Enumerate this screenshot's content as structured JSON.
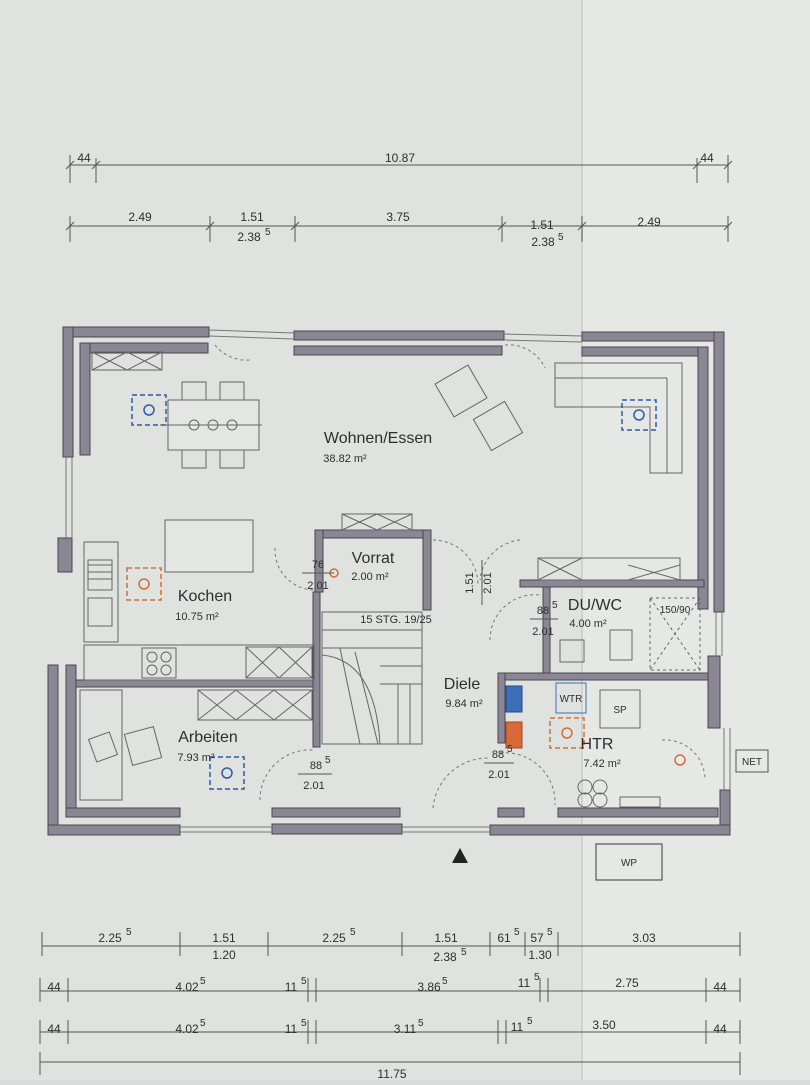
{
  "dimensions": {
    "top_total": "10.87",
    "top_left_edge": "44",
    "top_right_edge": "44",
    "top_row2": {
      "seg1": "2.49",
      "seg2_top": "1.51",
      "seg2_bottom": "2.38",
      "seg2_bottom_sup": "5",
      "seg3": "3.75",
      "seg4_top": "1.51",
      "seg4_bottom": "2.38",
      "seg4_bottom_sup": "5",
      "seg5": "2.49"
    },
    "bottom_row1": {
      "a": "2.25",
      "a_sup": "5",
      "b_top": "1.51",
      "b_bottom": "1.20",
      "c": "2.25",
      "c_sup": "5",
      "d_top": "1.51",
      "d_bottom": "2.38",
      "d_bottom_sup": "5",
      "e1": "61",
      "e1_sup": "5",
      "e2": "57",
      "e2_sup": "5",
      "e_bottom": "1.30",
      "f": "3.03"
    },
    "bottom_row2": {
      "a": "44",
      "b": "4.02",
      "b_sup": "5",
      "c": "11",
      "c_sup": "5",
      "d": "3.86",
      "d_sup": "5",
      "e": "11",
      "e_sup": "5",
      "f": "2.75",
      "g": "44"
    },
    "bottom_row3": {
      "a": "44",
      "b": "4.02",
      "b_sup": "5",
      "c": "11",
      "c_sup": "5",
      "d": "3.11",
      "d_sup": "5",
      "e": "11",
      "e_sup": "5",
      "f": "3.50",
      "g": "44"
    },
    "bottom_total": "11.75"
  },
  "rooms": {
    "wohnen": {
      "name": "Wohnen/Essen",
      "area": "38.82 m²"
    },
    "kochen": {
      "name": "Kochen",
      "area": "10.75 m²"
    },
    "vorrat": {
      "name": "Vorrat",
      "area": "2.00 m²"
    },
    "duwc": {
      "name": "DU/WC",
      "area": "4.00 m²"
    },
    "arbeiten": {
      "name": "Arbeiten",
      "area": "7.93 m²"
    },
    "diele": {
      "name": "Diele",
      "area": "9.84 m²"
    },
    "htr": {
      "name": "HTR",
      "area": "7.42 m²"
    }
  },
  "labels": {
    "stairs": "15 STG. 19/25",
    "shower": "150/90",
    "sp": "SP",
    "net": "NET",
    "wp": "WP",
    "wtr": "WTR",
    "vorrat_door_w": "76",
    "vorrat_door_h": "2.01",
    "duwc_door_w": "88",
    "duwc_door_w_sup": "5",
    "duwc_door_h": "2.01",
    "arbeiten_door_w": "88",
    "arbeiten_door_w_sup": "5",
    "arbeiten_door_h": "2.01",
    "htr_door_w": "88",
    "htr_door_w_sup": "5",
    "htr_door_h": "2.01",
    "opening_w": "1.51",
    "opening_h": "2.01"
  }
}
